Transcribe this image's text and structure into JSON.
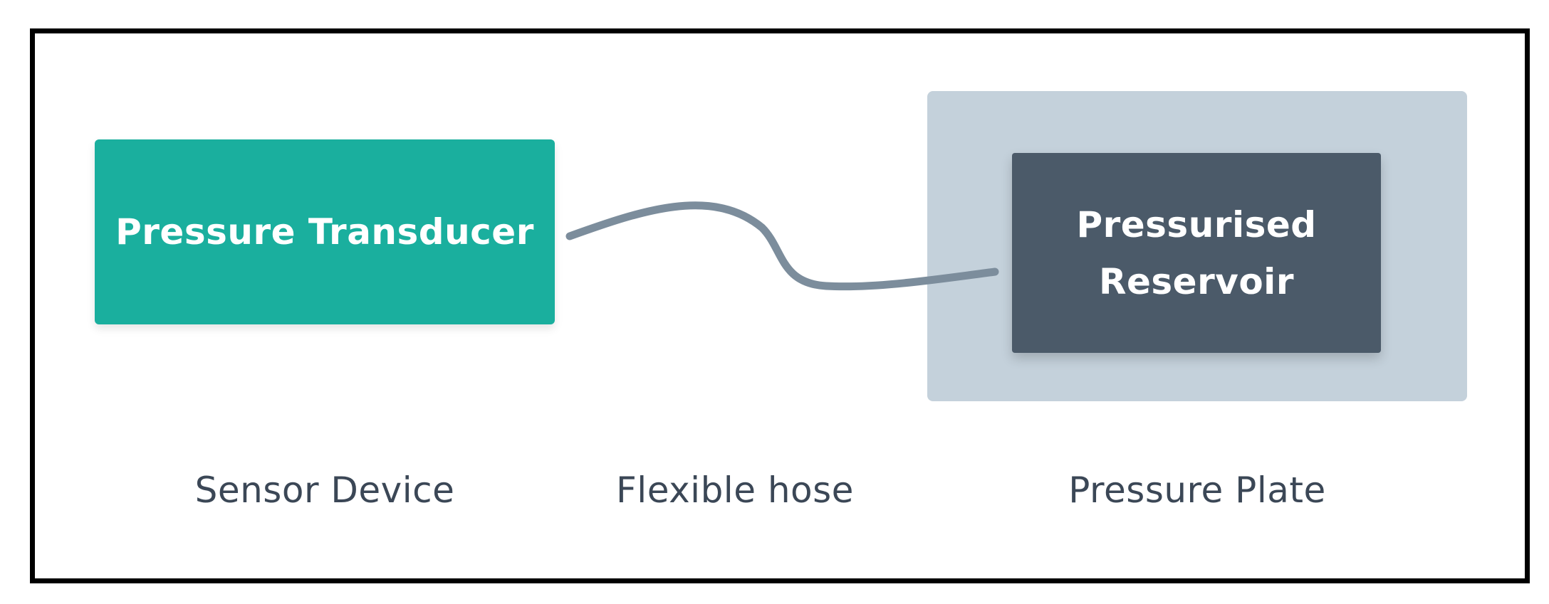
{
  "nodes": {
    "transducer": {
      "label": "Pressure Transducer",
      "color": "#1aaf9e"
    },
    "reservoir": {
      "label": "Pressurised\nReservoir",
      "color": "#4b5a69"
    },
    "plate": {
      "color": "#c4d1db"
    }
  },
  "connector": {
    "color": "#7c8d9c"
  },
  "captions": {
    "sensor": "Sensor Device",
    "hose": "Flexible hose",
    "plate": "Pressure Plate"
  }
}
